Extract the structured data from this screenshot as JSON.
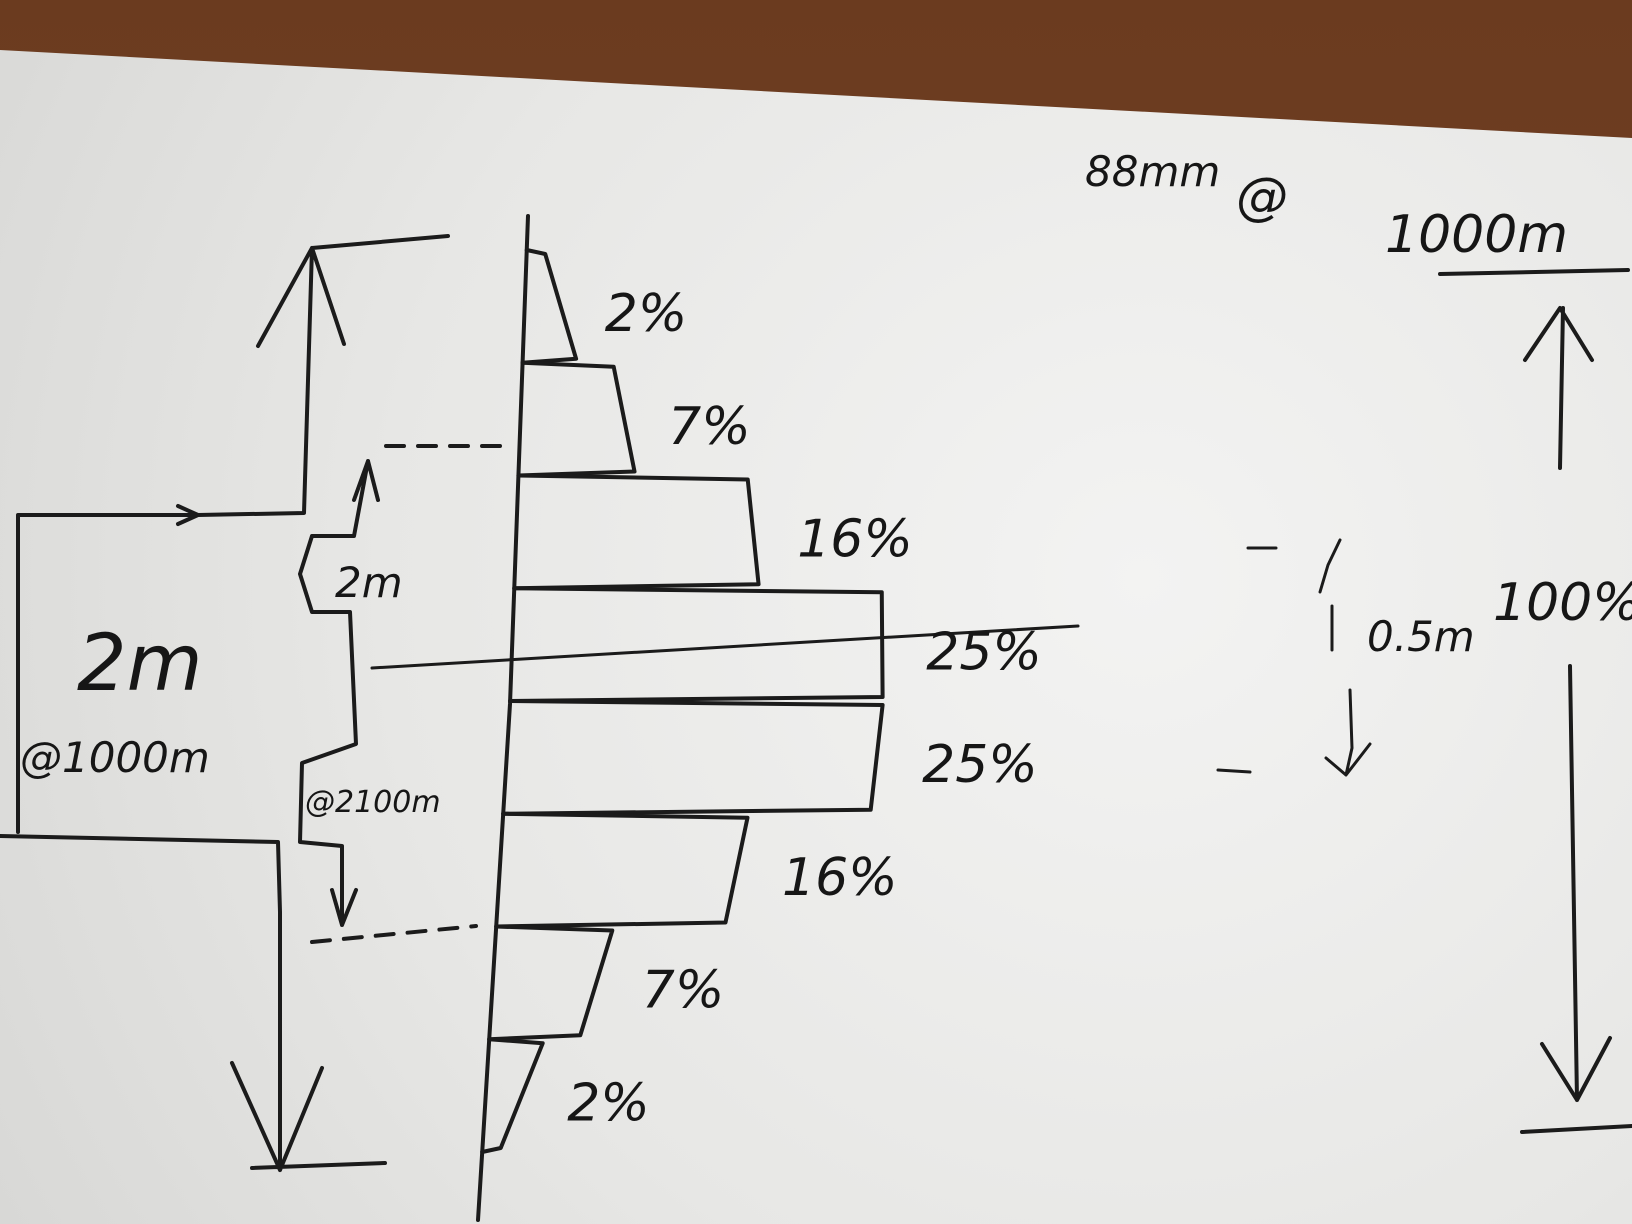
{
  "labels": {
    "top_note_left": "88mm",
    "top_note_at": "@",
    "top_note_right": "1000m",
    "left_big_width": "2m",
    "left_big_elevation": "@1000m",
    "left_small_width": "2m",
    "left_small_elevation": "@2100m",
    "right_span": "0.5m",
    "right_total": "100%"
  },
  "distribution": [
    {
      "label": "2%",
      "value": 2
    },
    {
      "label": "7%",
      "value": 7
    },
    {
      "label": "16%",
      "value": 16
    },
    {
      "label": "25%",
      "value": 25
    },
    {
      "label": "25%",
      "value": 25
    },
    {
      "label": "16%",
      "value": 16
    },
    {
      "label": "7%",
      "value": 7
    },
    {
      "label": "2%",
      "value": 2
    }
  ]
}
